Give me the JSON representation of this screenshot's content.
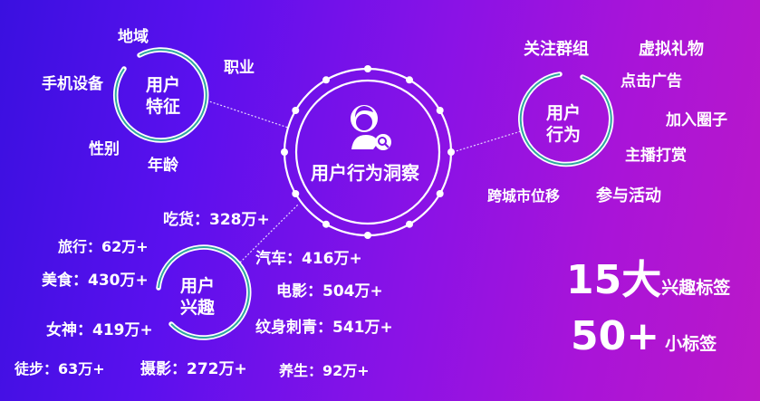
{
  "colors": {
    "bg_left": "#3a10e0",
    "bg_right": "#bb18c8",
    "ring_teal": "#2fa7a0",
    "text": "#ffffff"
  },
  "center": {
    "title": "用户行为洞察",
    "icon": "user-search-icon"
  },
  "user_features": {
    "title_line1": "用户",
    "title_line2": "特征",
    "items": [
      "地域",
      "职业",
      "手机设备",
      "性别",
      "年龄"
    ]
  },
  "user_behavior": {
    "title_line1": "用户",
    "title_line2": "行为",
    "items": [
      "关注群组",
      "虚拟礼物",
      "点击广告",
      "加入圈子",
      "主播打赏",
      "跨城市位移",
      "参与活动"
    ]
  },
  "user_interests": {
    "title_line1": "用户",
    "title_line2": "兴趣",
    "items": [
      {
        "label": "吃货：328万+"
      },
      {
        "label": "旅行：62万+"
      },
      {
        "label": "美食：430万+"
      },
      {
        "label": "女神：419万+"
      },
      {
        "label": "徒步：63万+"
      },
      {
        "label": "摄影：272万+"
      },
      {
        "label": "养生：92万+"
      },
      {
        "label": "汽车：416万+"
      },
      {
        "label": "电影：504万+"
      },
      {
        "label": "纹身刺青：541万+"
      }
    ]
  },
  "stats": {
    "stat1_number": "15大",
    "stat1_label": "兴趣标签",
    "stat2_number": "50+",
    "stat2_label": "小标签"
  }
}
